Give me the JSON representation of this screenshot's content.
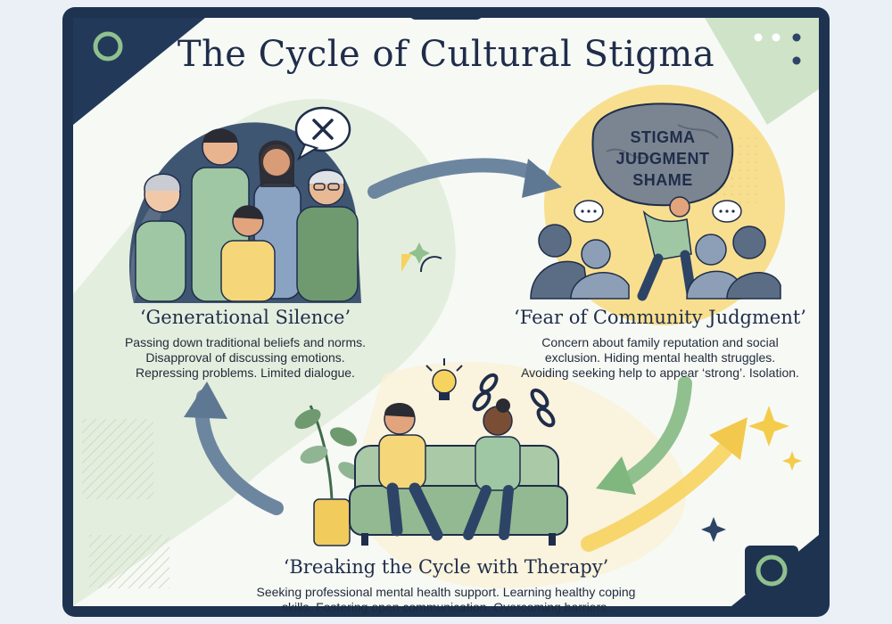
{
  "title": "The Cycle of Cultural Stigma",
  "stages": {
    "silence": {
      "title": "‘Generational Silence’",
      "lines": [
        "Passing down traditional beliefs and norms.",
        "Disapproval of discussing emotions.",
        "Repressing problems. Limited dialogue."
      ]
    },
    "judgment": {
      "title": "‘Fear of Community Judgment’",
      "lines": [
        "Concern about family reputation and social",
        "exclusion. Hiding mental health struggles.",
        "Avoiding seeking help to appear ‘strong’. Isolation."
      ]
    },
    "therapy": {
      "title": "‘Breaking the Cycle with Therapy’",
      "lines": [
        "Seeking professional mental health support. Learning healthy coping",
        "skills. Fostering open communication. Overcoming barriers."
      ]
    }
  },
  "boulder_words": [
    "STIGMA",
    "JUDGMENT",
    "SHAME"
  ],
  "colors": {
    "navy": "#1e3350",
    "sage": "#8fb592",
    "yellow": "#f5d77a",
    "arrow_blue": "#6d86a0",
    "arrow_green": "#8fc08e",
    "arrow_yellow": "#f6d35f"
  }
}
